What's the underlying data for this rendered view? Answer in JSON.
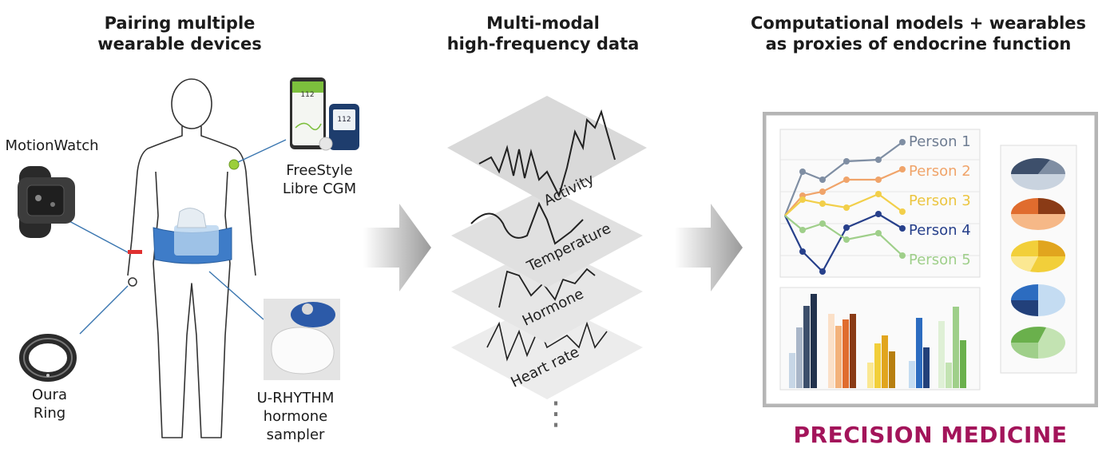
{
  "panels": {
    "left": {
      "heading_line1": "Pairing multiple",
      "heading_line2": "wearable devices",
      "devices": {
        "motionwatch": "MotionWatch",
        "cgm_line1": "FreeStyle",
        "cgm_line2": "Libre CGM",
        "oura_line1": "Oura",
        "oura_line2": "Ring",
        "urhythm_line1": "U-RHYTHM",
        "urhythm_line2": "hormone",
        "urhythm_line3": "sampler",
        "cgm_reading": "112"
      }
    },
    "middle": {
      "heading_line1": "Multi-modal",
      "heading_line2": "high-frequency data",
      "layers": [
        "Activity",
        "Temperature",
        "Hormone",
        "Heart rate"
      ],
      "ellipsis": "⋮"
    },
    "right": {
      "heading_line1": "Computational models + wearables",
      "heading_line2": "as proxies of endocrine function",
      "legend": [
        "Person 1",
        "Person 2",
        "Person 3",
        "Person 4",
        "Person 5"
      ],
      "footer": "PRECISION MEDICINE"
    }
  },
  "colors": {
    "person1": "#7f8ea3",
    "person2": "#f0a46a",
    "person3": "#f2cf4a",
    "person4": "#27408b",
    "person5": "#9fcf8a",
    "accent": "#a3145a"
  }
}
